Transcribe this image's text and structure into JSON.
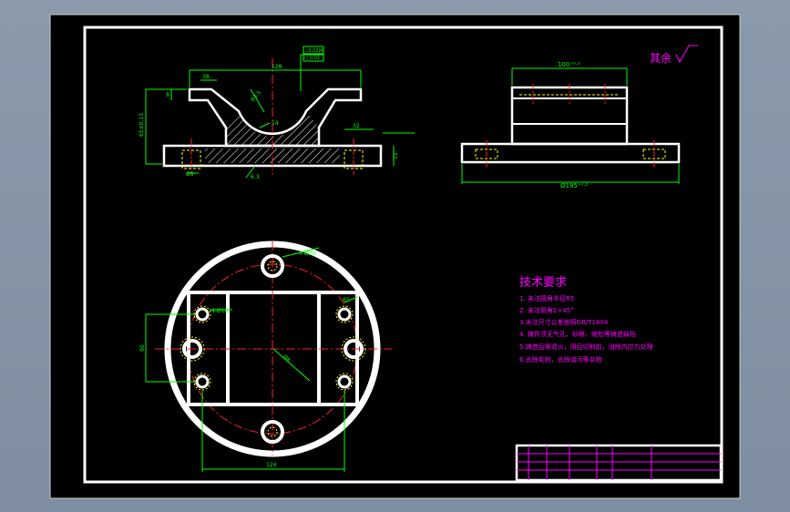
{
  "colors": {
    "backdrop": "#8496a8",
    "paper": "#000000",
    "frame": "#ffffff",
    "dim": "#00ff00",
    "center": "#ff2020",
    "hatch": "#ffffff",
    "note": "#ff00ff",
    "hidden": "#ffff00",
    "table": "#ff00ff"
  },
  "front_view": {
    "dims": {
      "top_width": "128",
      "left_angle": "38",
      "radius": "R3.5",
      "left_thk": "8",
      "height": "65±0.15",
      "throat": "14",
      "slot": "32",
      "base_thk": "15",
      "hole_left": "Ø5",
      "bottom": "6.3"
    },
    "callout_lines": [
      "⊥0.02|A",
      "○ 0.02"
    ]
  },
  "side_view": {
    "dims": {
      "top_width": "100⁺⁰·²",
      "base_width": "Ø195⁺⁰·²"
    },
    "roughness_note": "其余"
  },
  "plan_view": {
    "dims": {
      "top_holes": "4-Ø20",
      "left_holes": "4-Ø10",
      "height": "90",
      "width": "124",
      "spacing": "65",
      "diameter": "Ø8"
    }
  },
  "notes": {
    "title": "技术要求",
    "items": [
      "1. 未注圆角半径R5",
      "2. 未注倒角2×45°",
      "3.未注尺寸公差按照GB/T1804",
      "4. 铸件须无气孔、砂眼、缩松等铸造缺陷",
      "5.铸造后需退火，用后切削前，消除内应力处理",
      "6.去除毛刺，去除油污等杂物"
    ]
  }
}
